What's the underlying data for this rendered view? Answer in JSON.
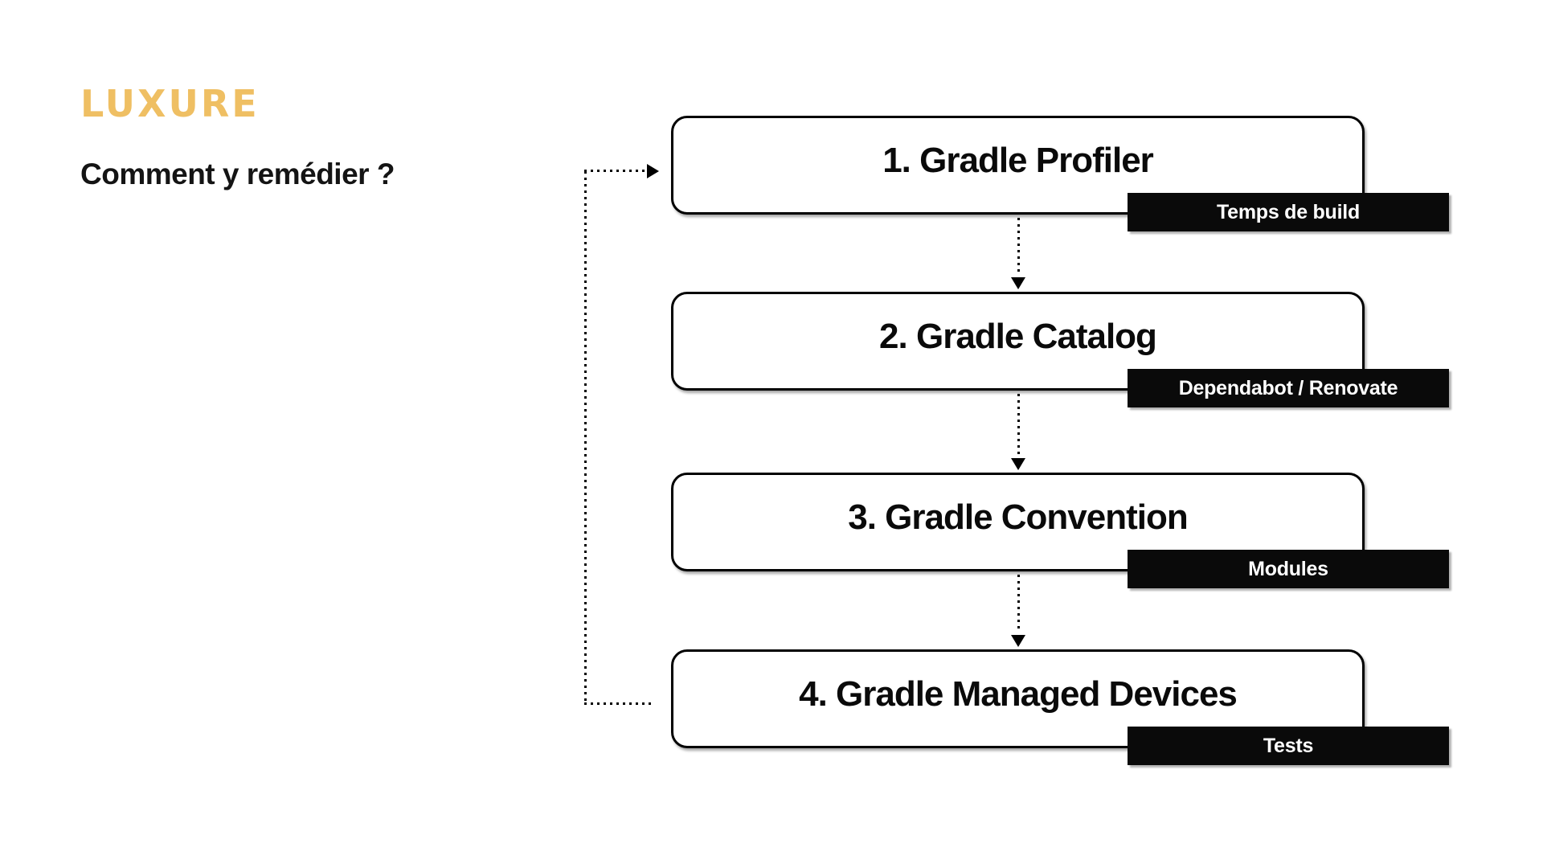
{
  "slide": {
    "brand": "LUXURE",
    "subtitle": "Comment y remédier ?"
  },
  "colors": {
    "background": "#FFFFFF",
    "brand_text": "#EFBF63",
    "box_border": "#000000",
    "box_background": "#FFFFFF",
    "tag_background": "#0A0A0A",
    "tag_text": "#FFFFFF",
    "connector": "#000000"
  },
  "diagram": {
    "type": "flowchart",
    "flow": "vertical top-down with dotted feedback loop from step 4 back to step 1",
    "steps": [
      {
        "title": "1. Gradle Profiler",
        "tag": "Temps de build"
      },
      {
        "title": "2. Gradle Catalog",
        "tag": "Dependabot / Renovate"
      },
      {
        "title": "3. Gradle Convention",
        "tag": "Modules"
      },
      {
        "title": "4. Gradle Managed Devices",
        "tag": "Tests"
      }
    ]
  }
}
